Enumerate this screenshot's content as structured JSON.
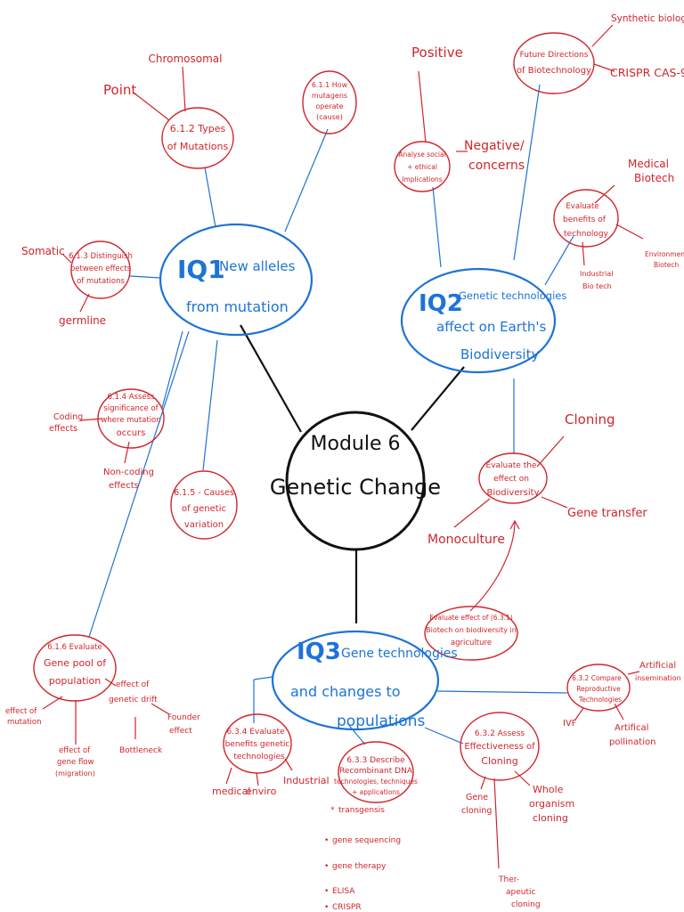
{
  "colors": {
    "red": "#d0252c",
    "blue": "#1d73d6",
    "black": "#111111"
  },
  "center": {
    "line1": "Module 6",
    "line2": "Genetic Change"
  },
  "iq1": {
    "num": "IQ1",
    "l1": "New alleles",
    "l2": "from mutation"
  },
  "iq2": {
    "num": "IQ2",
    "l1": "Genetic technologies",
    "l2": "affect on Earth's",
    "l3": "Biodiversity"
  },
  "iq3": {
    "num": "IQ3",
    "l1": "Gene technologies",
    "l2": "and changes to",
    "l3": "populations"
  },
  "n612": {
    "l1": "6.1.2 Types",
    "l2": "of Mutations",
    "a": "Chromosomal",
    "b": "Point"
  },
  "n611": {
    "l1": "6.1.1 How",
    "l2": "mutagens",
    "l3": "operate",
    "l4": "(cause)"
  },
  "n613": {
    "l1": "6.1.3 Distinguish",
    "l2": "between effects",
    "l3": "of mutations",
    "a": "Somatic",
    "b": "germline"
  },
  "n614": {
    "l1": "6.1.4 Assess",
    "l2": "significance of",
    "l3": "where mutation",
    "l4": "occurs",
    "a1": "Coding",
    "a2": "effects",
    "b1": "Non-coding",
    "b2": "effects"
  },
  "n615": {
    "l1": "6.1.5 - Causes",
    "l2": "of genetic",
    "l3": "variation"
  },
  "n616": {
    "l1": "6.1.6 Evaluate",
    "l2": "Gene pool of",
    "l3": "population",
    "a1": "effect of",
    "a2": "mutation",
    "b1": "effect of",
    "b2": "gene flow",
    "b3": "(migration)",
    "c1": "effect of",
    "c2": "genetic drift",
    "d1": "Founder",
    "d2": "effect",
    "e": "Bottleneck"
  },
  "nSoc": {
    "l1": "Analyse social",
    "l2": "+ ethical",
    "l3": "Implications",
    "a": "Positive",
    "b1": "Negative/",
    "b2": "concerns"
  },
  "nFut": {
    "l1": "Future Directions",
    "l2": "of Biotechnology",
    "a": "Synthetic biology",
    "b": "CRISPR CAS-9"
  },
  "nBen": {
    "l1": "Evaluate",
    "l2": "benefits of",
    "l3": "technology",
    "a1": "Medical",
    "a2": "Biotech",
    "b1": "Environmental",
    "b2": "Biotech",
    "c1": "Industrial",
    "c2": "Bio tech"
  },
  "nBio": {
    "l1": "Evaluate the",
    "l2": "effect on",
    "l3": "Biodiversity",
    "a": "Cloning",
    "b": "Gene transfer",
    "c": "Monoculture"
  },
  "n631": {
    "l1": "Evaluate effect of (6.3.1)",
    "l2": "Biotech on biodiversity in",
    "l3": "agriculture"
  },
  "n632": {
    "l1": "6.3.2 Compare",
    "l2": "Reproductive",
    "l3": "Technologies",
    "a1": "Artificial",
    "a2": "insemination",
    "b": "IVF",
    "c1": "Artifical",
    "c2": "pollination"
  },
  "n632b": {
    "l1": "6.3.2 Assess",
    "l2": "Effectiveness of",
    "l3": "Cloning",
    "a1": "Gene",
    "a2": "cloning",
    "b1": "Whole",
    "b2": "organism",
    "b3": "cloning",
    "c1": "Ther-",
    "c2": "apeutic",
    "c3": "cloning"
  },
  "n633": {
    "l1": "6.3.3 Describe",
    "l2": "Recombinant DNA",
    "l3": "technologies, techniques",
    "l4": "+ applications",
    "i1": "transgensis",
    "i2": "gene sequencing",
    "i3": "gene therapy",
    "i4": "ELISA",
    "i5": "CRISPR"
  },
  "n634": {
    "l1": "6.3.4 Evaluate",
    "l2": "benefits genetic",
    "l3": "technologies",
    "a": "medical",
    "b": "enviro",
    "c": "Industrial"
  }
}
